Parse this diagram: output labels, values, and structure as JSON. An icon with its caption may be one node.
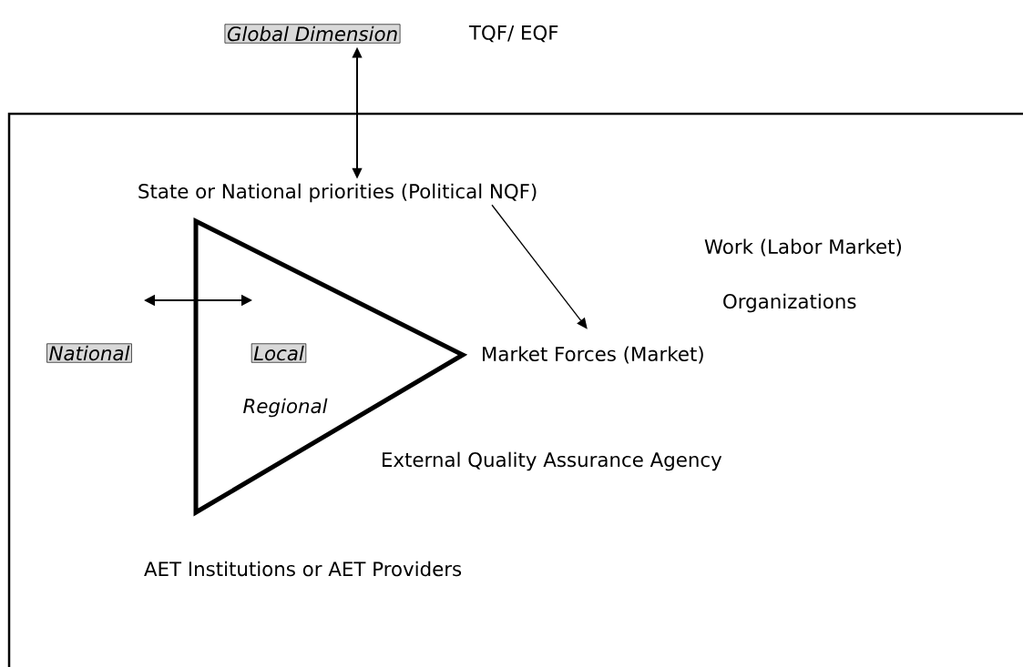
{
  "diagram": {
    "nodes": [
      {
        "text": [
          "Global Dimension"
        ]
      },
      {
        "text": [],
        "shape": "box"
      },
      {
        "text": [
          "State or National priorities (Political NQF)"
        ],
        "in": 1
      },
      {
        "text": [
          "Market Forces (Market)"
        ],
        "in": 1
      },
      {
        "text": [
          "Regional"
        ],
        "in": 1
      },
      {
        "text": [
          "Local"
        ],
        "in": 4
      },
      {
        "text": [
          "National"
        ],
        "in": 1
      }
    ],
    "edges": [
      {
        "from": 0,
        "to": 2,
        "arrow": "both"
      },
      {
        "from": 2,
        "to": 3,
        "arrow": "to"
      }
    ],
    "labels": [
      "TQF/ EQF",
      "Work (Labor Market)",
      "Organizations",
      "External Quality Assurance Agency",
      "AET Institutions or AET Providers"
    ]
  }
}
